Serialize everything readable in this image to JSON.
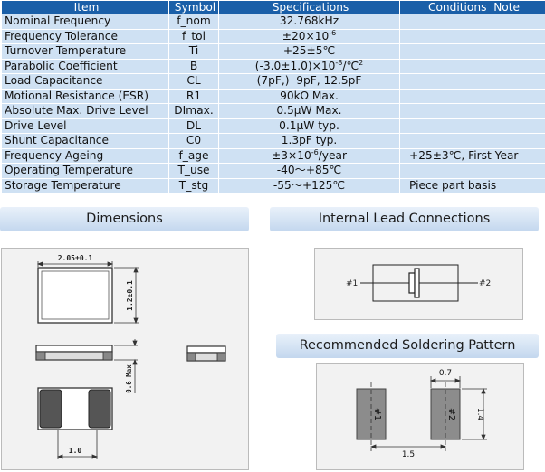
{
  "table": {
    "headers": [
      "Item",
      "Symbol",
      "Specifications",
      "Conditions  Note"
    ],
    "rows": [
      {
        "item": "Nominal Frequency",
        "symbol": "f_nom",
        "spec": "32.768kHz",
        "note": ""
      },
      {
        "item": "Frequency Tolerance",
        "symbol": "f_tol",
        "spec": "±20×10",
        "spec_sup": "-6",
        "spec_after": "",
        "note": ""
      },
      {
        "item": "Turnover Temperature",
        "symbol": "Ti",
        "spec": "+25±5℃",
        "note": ""
      },
      {
        "item": "Parabolic Coefficient",
        "symbol": "B",
        "spec": "(-3.0±1.0)×10",
        "spec_sup": "-8",
        "spec_after": "/℃",
        "spec_sup2": "2",
        "note": ""
      },
      {
        "item": "Load Capacitance",
        "symbol": "CL",
        "spec": "(7pF,)  9pF, 12.5pF",
        "note": ""
      },
      {
        "item": "Motional Resistance (ESR)",
        "symbol": "R1",
        "spec": "90kΩ Max.",
        "note": ""
      },
      {
        "item": "Absolute Max. Drive Level",
        "symbol": "DImax.",
        "spec": "0.5μW Max.",
        "note": ""
      },
      {
        "item": "Drive Level",
        "symbol": "DL",
        "spec": "0.1μW typ.",
        "note": ""
      },
      {
        "item": "Shunt Capacitance",
        "symbol": "C0",
        "spec": "1.3pF typ.",
        "note": ""
      },
      {
        "item": "Frequency Ageing",
        "symbol": "f_age",
        "spec": "±3×10",
        "spec_sup": "-6",
        "spec_after": "/year",
        "note": "+25±3℃, First Year"
      },
      {
        "item": "Operating Temperature",
        "symbol": "T_use",
        "spec": "-40～+85℃",
        "note": ""
      },
      {
        "item": "Storage Temperature",
        "symbol": "T_stg",
        "spec": "-55～+125℃",
        "note": "Piece part basis"
      }
    ]
  },
  "sections": {
    "dimensions": "Dimensions",
    "internal": "Internal Lead Connections",
    "soldering": "Recommended Soldering Pattern"
  },
  "dimensions": {
    "length": "2.05±0.1",
    "width": "1.2±0.1",
    "height": "0.6 Max",
    "pad_pitch": "1.0"
  },
  "internal": {
    "pin1": "#1",
    "pin2": "#2"
  },
  "soldering": {
    "pad1": "#1",
    "pad2": "#2",
    "pad_width": "0.7",
    "pad_height": "1.4",
    "pitch": "1.5"
  }
}
